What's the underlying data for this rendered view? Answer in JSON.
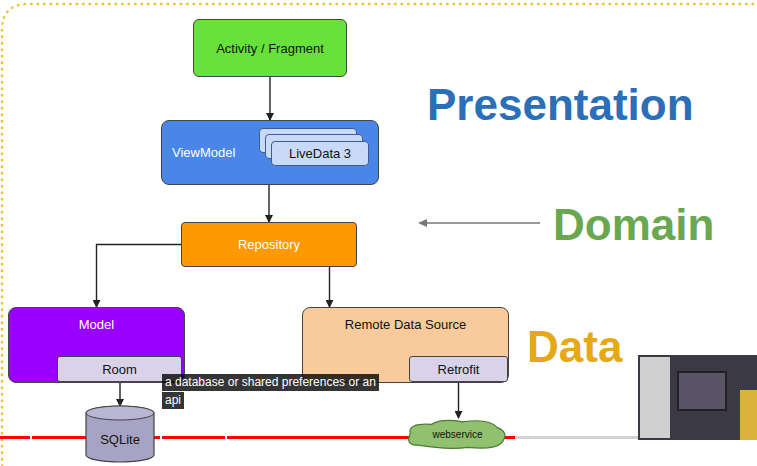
{
  "diagram": {
    "nodes": [
      {
        "text": [
          "Activity / Fragment"
        ]
      },
      {
        "text": [
          "ViewModel"
        ]
      },
      {
        "text": [
          "LiveData 3"
        ],
        "in": 1
      },
      {
        "text": [
          "Repository"
        ]
      },
      {
        "text": [
          "Model"
        ]
      },
      {
        "text": [
          "Room"
        ],
        "in": 4
      },
      {
        "text": [
          "Remote Data Source"
        ]
      },
      {
        "text": [
          "Retrofit"
        ],
        "in": 6
      },
      {
        "text": [
          "SQLite"
        ]
      },
      {
        "text": [
          "webservice"
        ]
      }
    ],
    "edges": [
      {
        "from": 0,
        "to": 1,
        "arrow": "to"
      },
      {
        "from": 1,
        "to": 3,
        "arrow": "to"
      },
      {
        "from": 3,
        "to": 4,
        "arrow": "to"
      },
      {
        "from": 3,
        "to": 6,
        "arrow": "to"
      },
      {
        "from": 5,
        "to": 8,
        "arrow": "to"
      },
      {
        "from": 7,
        "to": 9,
        "arrow": "to"
      }
    ],
    "labels": [
      "Presentation",
      "Domain",
      "Data",
      "a database or shared preferences or an",
      "api"
    ]
  }
}
